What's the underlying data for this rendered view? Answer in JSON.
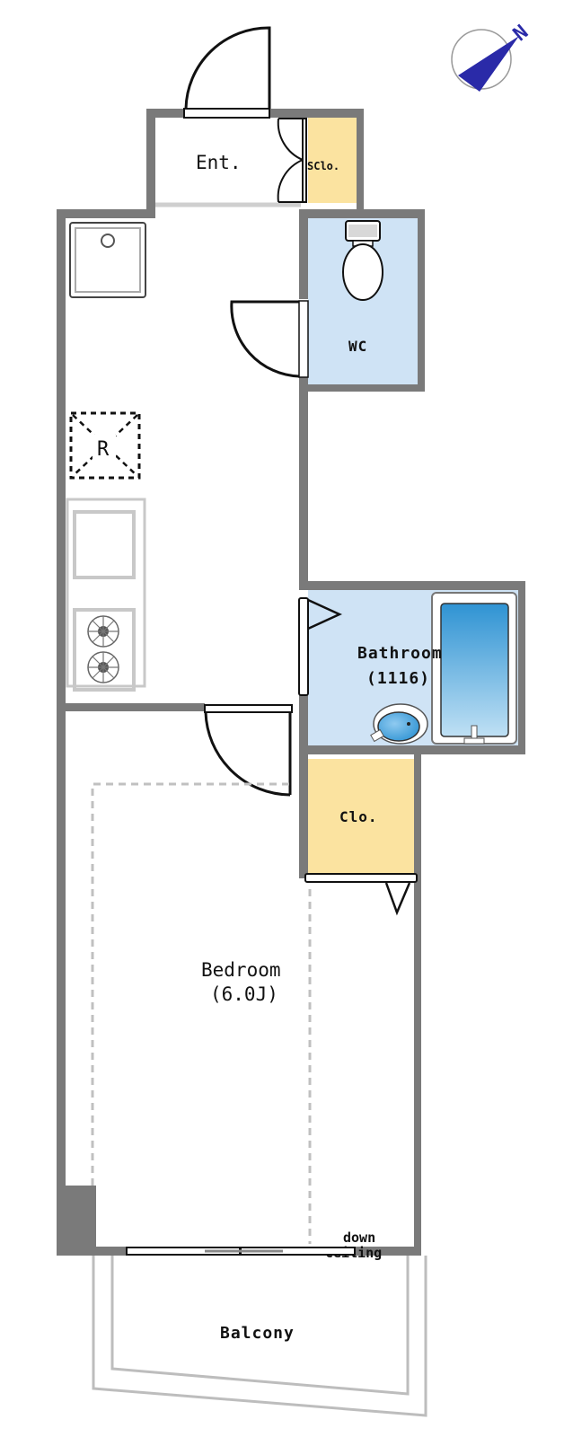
{
  "plan": {
    "compass": {
      "label": "N",
      "color": "#2a2aa8"
    },
    "colors": {
      "wall": "#7a7a7a",
      "wet_area": "#cfe3f5",
      "storage": "#fbe3a0",
      "tub": "#3b9bd6"
    },
    "rooms": {
      "entrance": {
        "label": "Ent."
      },
      "shoe_closet": {
        "label": "SClo."
      },
      "wc": {
        "label": "WC"
      },
      "kitchen": {
        "refrigerator_label": "R"
      },
      "bathroom": {
        "label": "Bathroom",
        "size": "(1116)"
      },
      "closet": {
        "label": "Clo."
      },
      "bedroom": {
        "label": "Bedroom",
        "size": "(6.0J)"
      },
      "down_ceiling": {
        "line1": "down",
        "line2": "ceiling"
      },
      "balcony": {
        "label": "Balcony"
      }
    }
  }
}
